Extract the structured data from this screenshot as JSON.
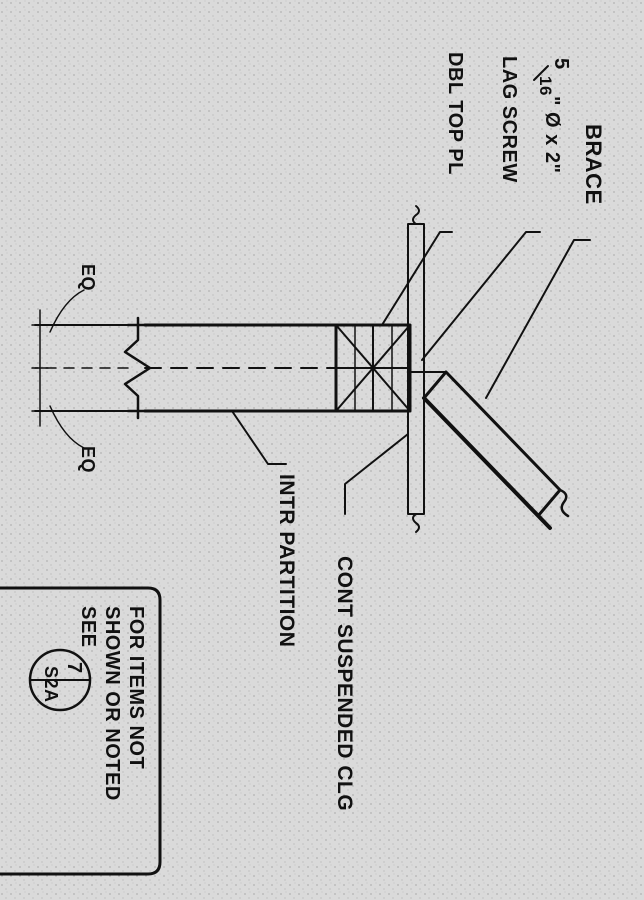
{
  "labels": {
    "brace": "BRACE",
    "lag_screw_fraction_num": "5",
    "lag_screw_fraction_den": "16",
    "lag_screw_size": "\" Ø x 2\"",
    "lag_screw": "LAG SCREW",
    "dbl_top_plate": "DBL TOP PL",
    "cont_suspended_clg": "CONT SUSPENDED CLG",
    "intr_partition": "INTR PARTITION",
    "eq_left": "EQ",
    "eq_right": "EQ"
  },
  "note": {
    "line1": "FOR ITEMS NOT",
    "line2": "SHOWN OR NOTED",
    "line3": "SEE",
    "detail_number": "7",
    "sheet_number": "S2A"
  },
  "colors": {
    "paper": "#d9d9d9",
    "ink": "#111111"
  }
}
